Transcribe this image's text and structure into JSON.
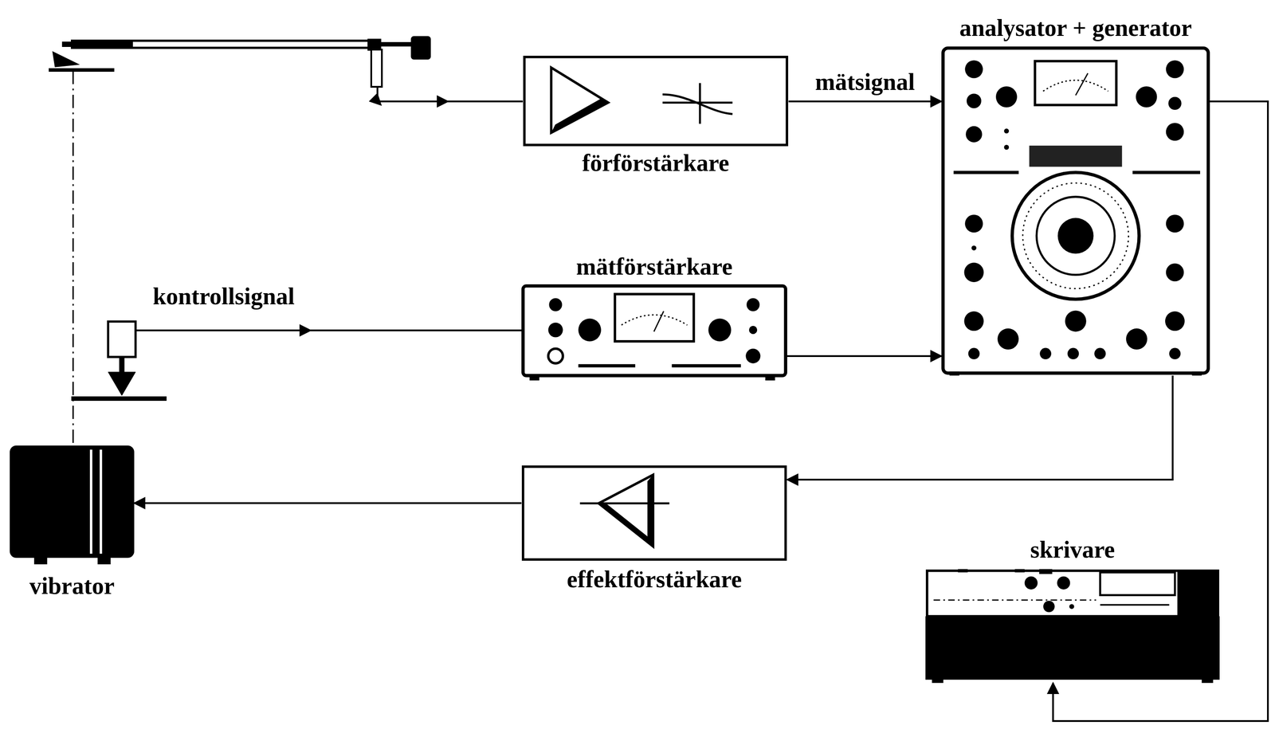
{
  "diagram": {
    "nodes": [
      {
        "text": [
          "förförstärkare"
        ]
      },
      {
        "text": [
          "analysator + generator"
        ]
      },
      {
        "text": [
          "mätförstärkare"
        ]
      },
      {
        "text": [
          "effektförstärkare"
        ]
      },
      {
        "text": [
          "vibrator"
        ]
      },
      {
        "text": [
          "skrivare"
        ]
      }
    ],
    "edges": [
      {
        "from": 0,
        "to": 1,
        "label": "mätsignal",
        "arrow": "to"
      },
      {
        "from": 2,
        "to": 1,
        "arrow": "to"
      },
      {
        "from": 1,
        "to": 3,
        "arrow": "to"
      },
      {
        "from": 3,
        "to": 4,
        "arrow": "to"
      },
      {
        "from": 1,
        "to": 5,
        "arrow": "to"
      }
    ],
    "labels": [
      "kontrollsignal"
    ]
  }
}
